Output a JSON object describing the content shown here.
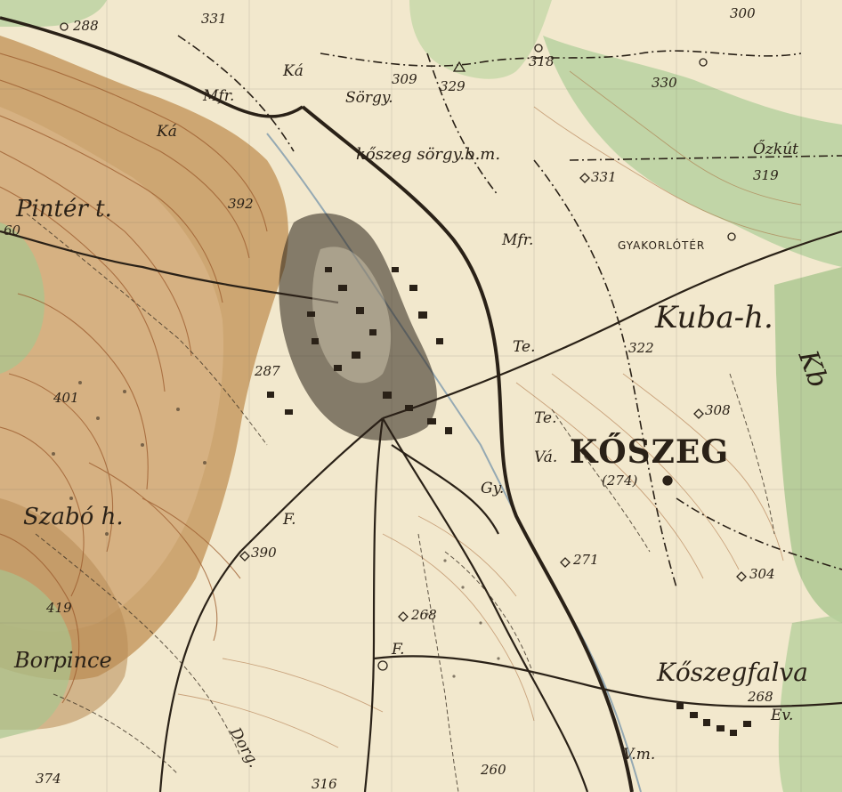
{
  "map": {
    "town_name": "KŐSZEG",
    "town_elevation": "(274)",
    "labels": {
      "pintery": "Pintér t.",
      "szabo": "Szabó h.",
      "borpince": "Borpince",
      "kuba": "Kuba-h.",
      "koszegfalva": "Kőszegfalva",
      "gyakorloter": "GYAKORLÓTÉR",
      "sorgy_bm": "kőszeg sörgy.b.m.",
      "sorgy": "Sörgy.",
      "ozkut": "Őzkút",
      "ka1": "Ká",
      "ka2": "Ká",
      "mfr1": "Mfr.",
      "mfr2": "Mfr.",
      "te1": "Te.",
      "te2": "Te.",
      "va": "Vá.",
      "gy": "Gy.",
      "f1": "F.",
      "f2": "F.",
      "vm": "V.m.",
      "ev": "Ev.",
      "kb": "Kb",
      "dorg": "Dorg."
    },
    "elevations": {
      "e288": "288",
      "e331a": "331",
      "e309": "309",
      "e329": "329",
      "e318": "318",
      "e330": "330",
      "e300": "300",
      "e319": "319",
      "e331b": "331",
      "e392": "392",
      "e322": "322",
      "e308": "308",
      "e287": "287",
      "e401": "401",
      "e271": "271",
      "e304": "304",
      "e390": "390",
      "e419": "419",
      "e268a": "268",
      "e268b": "268",
      "e260": "260",
      "e374": "374",
      "e316": "316",
      "e60": "60"
    }
  }
}
